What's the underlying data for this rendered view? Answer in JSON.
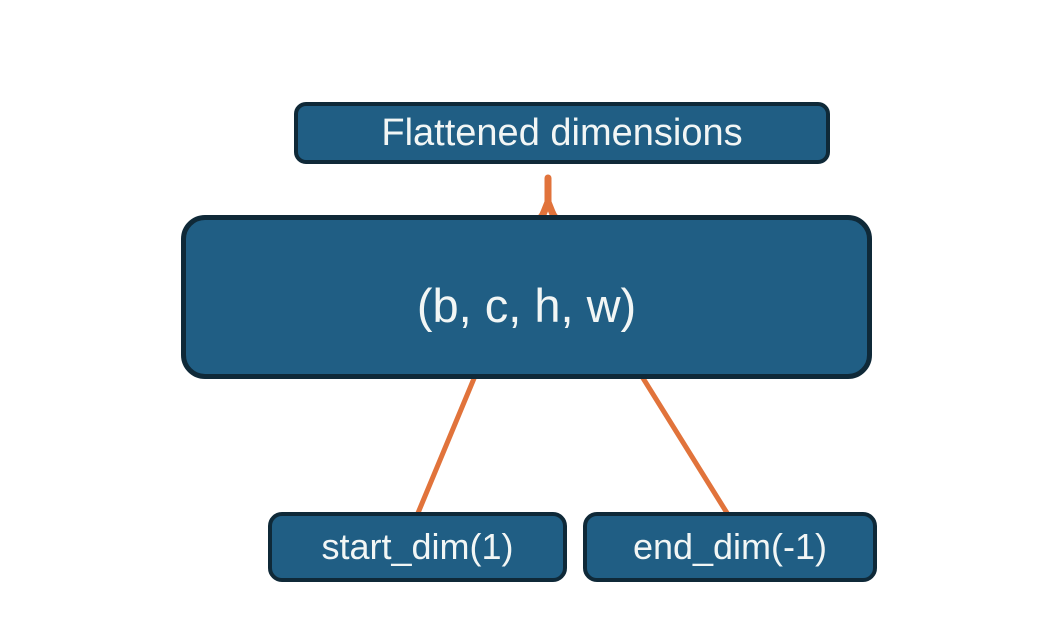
{
  "theme": {
    "background": "#ffffff",
    "node_fill": "#205e84",
    "node_border": "#0f2938",
    "accent_orange": "#e1733b",
    "text_color": "#f2f6f5"
  },
  "diagram": {
    "nodes": {
      "flattened": {
        "label": "Flattened dimensions"
      },
      "tensor": {
        "label": "(b, c, h, w)"
      },
      "start_dim": {
        "label": "start_dim(1)"
      },
      "end_dim": {
        "label": "end_dim(-1)"
      }
    },
    "connectors": {
      "brace": "brace-over-flattened-dims",
      "stem": "stem-to-flattened-label",
      "arrow_start": "arrow-from-start-dim",
      "arrow_end": "arrow-from-end-dim"
    }
  }
}
